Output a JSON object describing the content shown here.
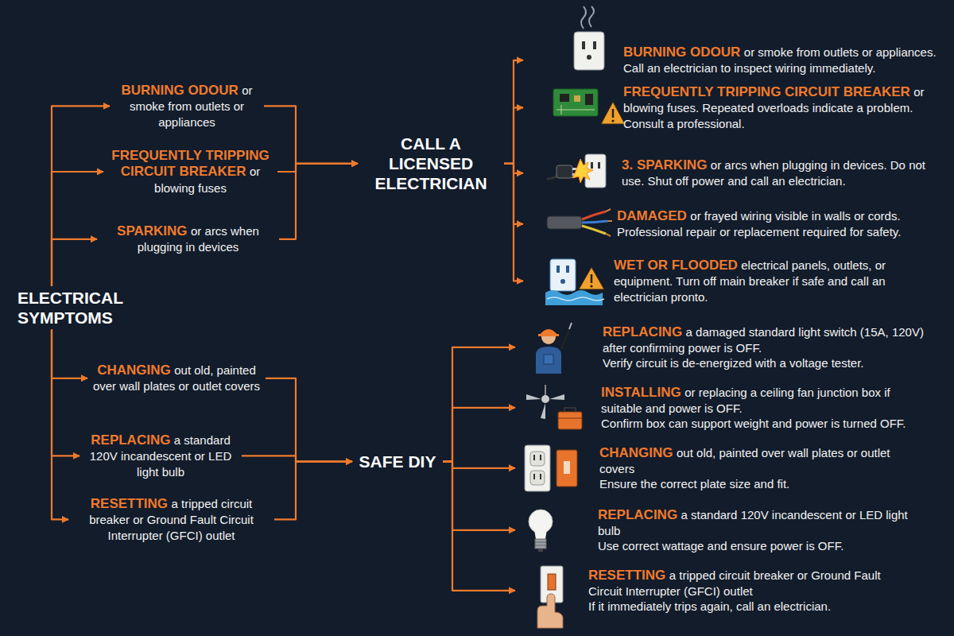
{
  "diagram": {
    "nodes": [
      {
        "text": [
          "ELECTRICAL SYMPTOMS"
        ]
      },
      {
        "text": [
          "BURNING ODOUR",
          "or smoke from outlets or appliances"
        ]
      },
      {
        "text": [
          "FREQUENTLY TRIPPING CIRCUIT BREAKER",
          "or blowing fuses"
        ]
      },
      {
        "text": [
          "SPARKING",
          "or arcs when plugging in devices"
        ]
      },
      {
        "text": [
          "CALL A LICENSED ELECTRICIAN"
        ]
      },
      {
        "text": [
          "BURNING ODOUR",
          "or smoke from outlets or appliances. Call an electrician to inspect wiring immediately."
        ]
      },
      {
        "text": [
          "FREQUENTLY TRIPPING CIRCUIT BREAKER",
          "or blowing fuses. Repeated overloads indicate a problem. Consult a professional."
        ]
      },
      {
        "text": [
          "3. SPARKING",
          "or arcs when plugging in devices. Do not use. Shut off power and call an electrician."
        ]
      },
      {
        "text": [
          "DAMAGED",
          "or frayed wiring visible in walls or cords. Professional repair or replacement required for safety."
        ]
      },
      {
        "text": [
          "WET OR FLOODED",
          "electrical panels, outlets, or equipment. Turn off main breaker if safe and call an electrician pronto."
        ]
      },
      {
        "text": [
          "CHANGING",
          "out old, painted over wall plates or outlet covers"
        ]
      },
      {
        "text": [
          "REPLACING",
          "a standard 120V incandescent or LED light bulb"
        ]
      },
      {
        "text": [
          "RESETTING",
          "a tripped circuit breaker or Ground Fault Circuit Interrupter (GFCI) outlet"
        ]
      },
      {
        "text": [
          "SAFE DIY"
        ]
      },
      {
        "text": [
          "REPLACING",
          "a damaged standard light switch (15A, 120V) after confirming power is OFF.",
          "Verify circuit is de-energized with a voltage tester."
        ]
      },
      {
        "text": [
          "INSTALLING",
          "or replacing a ceiling fan junction box if suitable and power is OFF.",
          "Confirm box can support weight and power is turned OFF."
        ]
      },
      {
        "text": [
          "CHANGING",
          "out old, painted over wall plates or outlet covers",
          "Ensure the correct plate size and fit."
        ]
      },
      {
        "text": [
          "REPLACING",
          "a standard 120V incandescent or LED light bulb",
          "Use correct wattage and ensure power is OFF."
        ]
      },
      {
        "text": [
          "RESETTING",
          "a tripped circuit breaker or Ground Fault Circuit Interrupter (GFCI) outlet",
          "If it immediately trips again, call an electrician."
        ]
      }
    ],
    "edges": [
      {
        "from": 0,
        "to": 1,
        "arrow": "to"
      },
      {
        "from": 0,
        "to": 2,
        "arrow": "to"
      },
      {
        "from": 0,
        "to": 3,
        "arrow": "to"
      },
      {
        "from": 1,
        "to": 4,
        "arrow": "to"
      },
      {
        "from": 2,
        "to": 4,
        "arrow": "to"
      },
      {
        "from": 3,
        "to": 4,
        "arrow": "to"
      },
      {
        "from": 4,
        "to": 5,
        "arrow": "to"
      },
      {
        "from": 4,
        "to": 6,
        "arrow": "to"
      },
      {
        "from": 4,
        "to": 7,
        "arrow": "to"
      },
      {
        "from": 4,
        "to": 8,
        "arrow": "to"
      },
      {
        "from": 4,
        "to": 9,
        "arrow": "to"
      },
      {
        "from": 0,
        "to": 10,
        "arrow": "to"
      },
      {
        "from": 0,
        "to": 11,
        "arrow": "to"
      },
      {
        "from": 0,
        "to": 12,
        "arrow": "to"
      },
      {
        "from": 10,
        "to": 13,
        "arrow": "to"
      },
      {
        "from": 11,
        "to": 13,
        "arrow": "to"
      },
      {
        "from": 12,
        "to": 13,
        "arrow": "to"
      },
      {
        "from": 13,
        "to": 14,
        "arrow": "to"
      },
      {
        "from": 13,
        "to": 15,
        "arrow": "to"
      },
      {
        "from": 13,
        "to": 16,
        "arrow": "to"
      },
      {
        "from": 13,
        "to": 17,
        "arrow": "to"
      },
      {
        "from": 13,
        "to": 18,
        "arrow": "to"
      }
    ]
  }
}
